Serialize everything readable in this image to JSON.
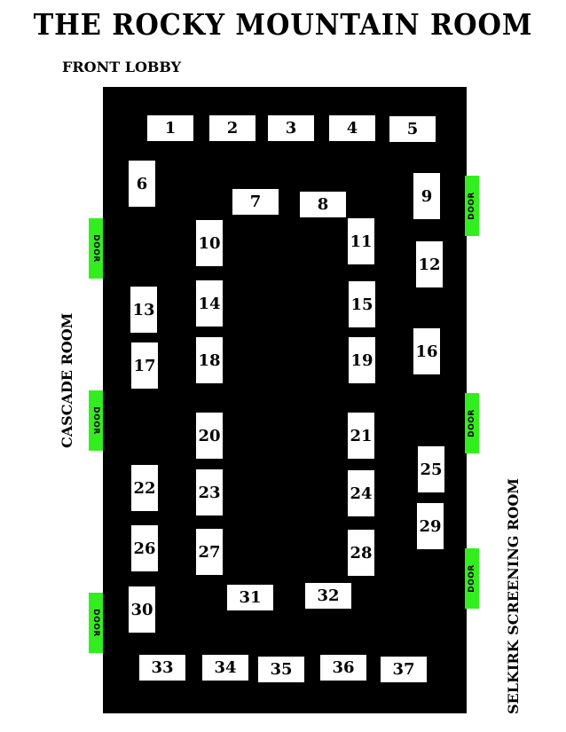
{
  "title": "THE ROCKY MOUNTAIN ROOM",
  "front_lobby": "FRONT LOBBY",
  "cascade_room": "CASCADE ROOM",
  "selkirk_room": "SELKIRK SCREENING ROOM",
  "door_label": "DOOR",
  "colors": {
    "room": "#000000",
    "table": "#ffffff",
    "door": "#33ee1e"
  },
  "tables": [
    "1",
    "2",
    "3",
    "4",
    "5",
    "6",
    "7",
    "8",
    "9",
    "10",
    "11",
    "12",
    "13",
    "14",
    "15",
    "16",
    "17",
    "18",
    "19",
    "20",
    "21",
    "22",
    "23",
    "24",
    "25",
    "26",
    "27",
    "28",
    "29",
    "30",
    "31",
    "32",
    "33",
    "34",
    "35",
    "36",
    "37"
  ]
}
